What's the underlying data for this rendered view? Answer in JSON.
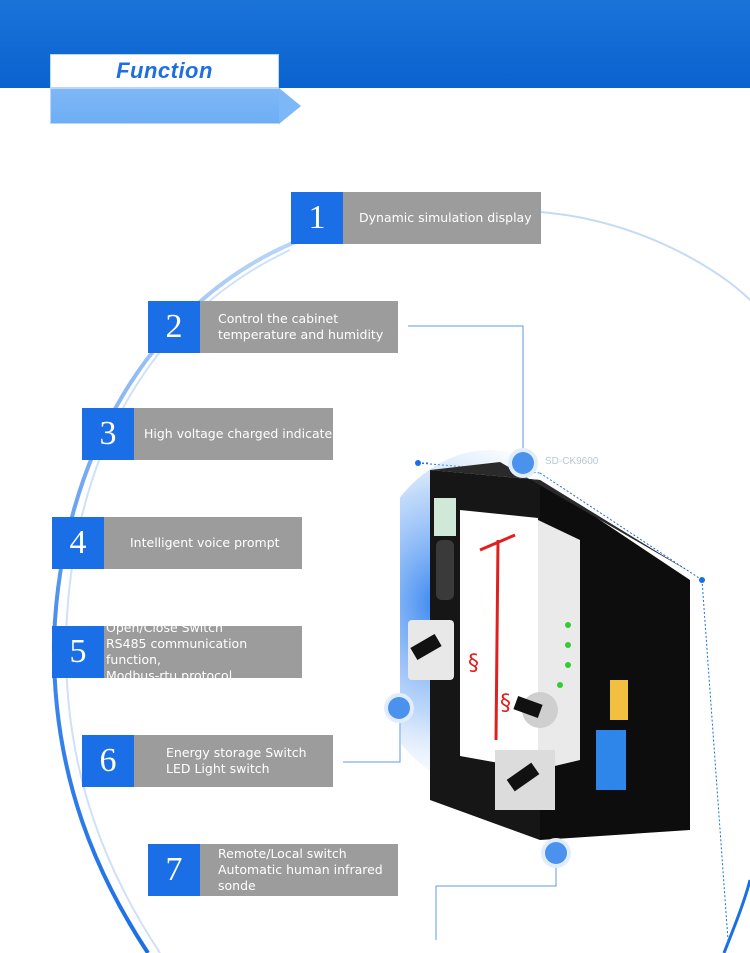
{
  "header": {
    "title": "Function"
  },
  "device": {
    "model": "SD-CK9600"
  },
  "features": [
    {
      "number": "1",
      "lines": [
        "Dynamic simulation display"
      ]
    },
    {
      "number": "2",
      "lines": [
        "Control the cabinet",
        "temperature and humidity"
      ]
    },
    {
      "number": "3",
      "lines": [
        "High voltage charged indicate"
      ]
    },
    {
      "number": "4",
      "lines": [
        "Intelligent voice prompt"
      ]
    },
    {
      "number": "5",
      "lines": [
        "Open/Close Switch",
        "RS485 communication function,",
        "Modbus-rtu protocol"
      ]
    },
    {
      "number": "6",
      "lines": [
        "Energy storage Switch",
        "LED Light switch"
      ]
    },
    {
      "number": "7",
      "lines": [
        "Remote/Local switch",
        "Automatic human infrared",
        "sonde"
      ]
    }
  ],
  "colors": {
    "accent": "#1a6fe6",
    "label_bg": "#9c9c9c",
    "band": "#0a63cf"
  }
}
